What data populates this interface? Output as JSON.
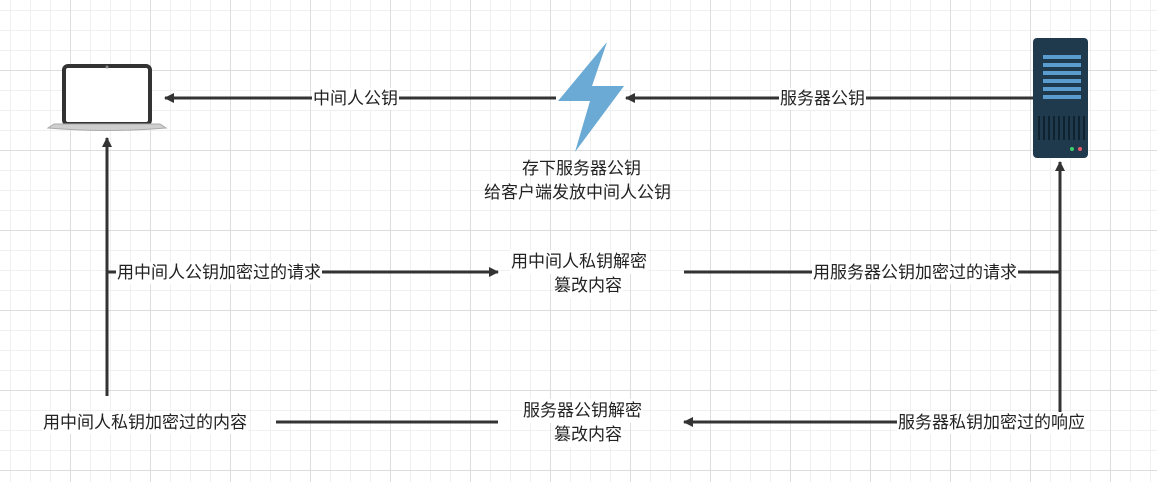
{
  "colors": {
    "line": "#333333",
    "laptop_frame": "#333333",
    "laptop_base": "#cfcfcf",
    "lightning": "#6aaad4",
    "server_body": "#1f3a4d",
    "server_stripe": "#5b9ccf"
  },
  "icons": {
    "client": "laptop-icon",
    "attacker": "lightning-icon",
    "server": "server-icon"
  },
  "labels": {
    "mitm_pubkey_to_client": "中间人公钥",
    "server_pubkey_to_mitm": "服务器公钥",
    "mitm_action_line1": "存下服务器公钥",
    "mitm_action_line2": "给客户端发放中间人公钥",
    "client_request": "用中间人公钥加密过的请求",
    "mitm_decrypt_request_line1": "用中间人私钥解密",
    "mitm_decrypt_request_line2": "篡改内容",
    "forwarded_request": "用服务器公钥加密过的请求",
    "server_response": "服务器私钥加密过的响应",
    "mitm_decrypt_response_line1": "服务器公钥解密",
    "mitm_decrypt_response_line2": "篡改内容",
    "forwarded_response": "用中间人私钥加密过的内容"
  }
}
